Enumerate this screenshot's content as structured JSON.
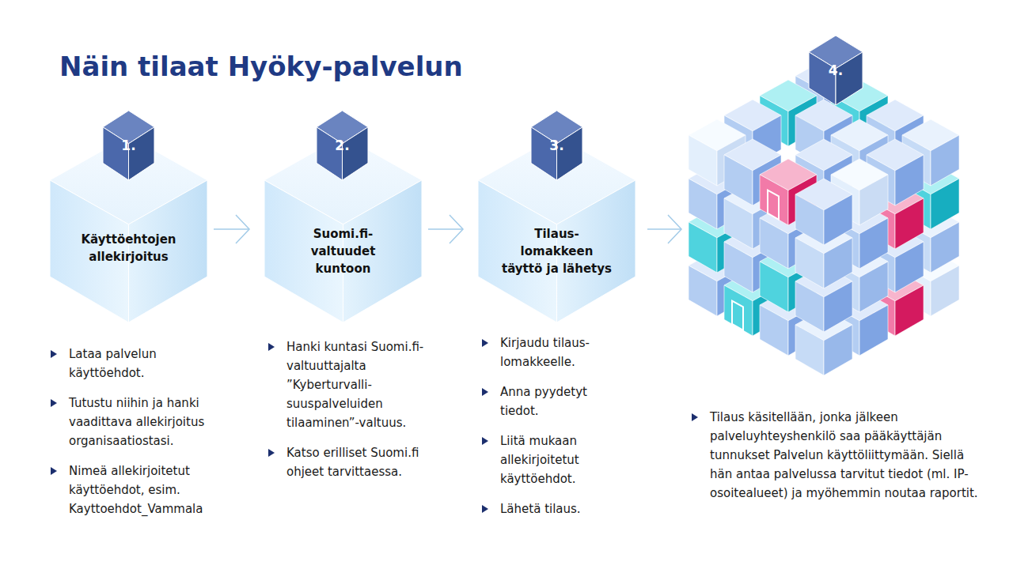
{
  "diagram": {
    "title": "Näin tilaat Hyöky-palvelun",
    "nodes": [
      {
        "text": [
          "1."
        ]
      },
      {
        "text": [
          "Käyttöehtojen allekirjoitus"
        ]
      },
      {
        "text": [
          "2."
        ]
      },
      {
        "text": [
          "Suomi.fi- valtuudet kuntoon"
        ]
      },
      {
        "text": [
          "3."
        ]
      },
      {
        "text": [
          "Tilaus- lomakkeen täyttö ja lähetys"
        ]
      },
      {
        "text": [
          "4."
        ]
      }
    ],
    "edges": [
      {
        "from": 1,
        "to": 3,
        "arrow": "to"
      },
      {
        "from": 3,
        "to": 5,
        "arrow": "to"
      }
    ],
    "labels": [
      "Lataa palvelun käyttöehdot.",
      "Tutustu niihin ja hanki vaadittava allekirjoitus organisaatiostasi.",
      "Nimeä allekirjoitetut käyttöehdot, esim. Kayttoehdot_Vammala",
      "Hanki kuntasi Suomi.fi- valtuuttajalta ”Kyberturvalli- suuspalveluiden tilaaminen”-valtuus.",
      "Katso erilliset Suomi.fi ohjeet tarvittaessa.",
      "Kirjaudu tilaus- lomakkeelle.",
      "Anna pyydetyt tiedot.",
      "Liitä mukaan allekirjoitetut käyttöehdot.",
      "Lähetä tilaus.",
      "Tilaus käsitellään, jonka jälkeen palveluyhteyshenkilö saa pääkäyttäjän tunnukset Palvelun käyttöliittymään. Siellä hän antaa palvelussa tarvitut tiedot (ml. IP-osoitealueet) ja myöhemmin noutaa raportit."
    ]
  }
}
